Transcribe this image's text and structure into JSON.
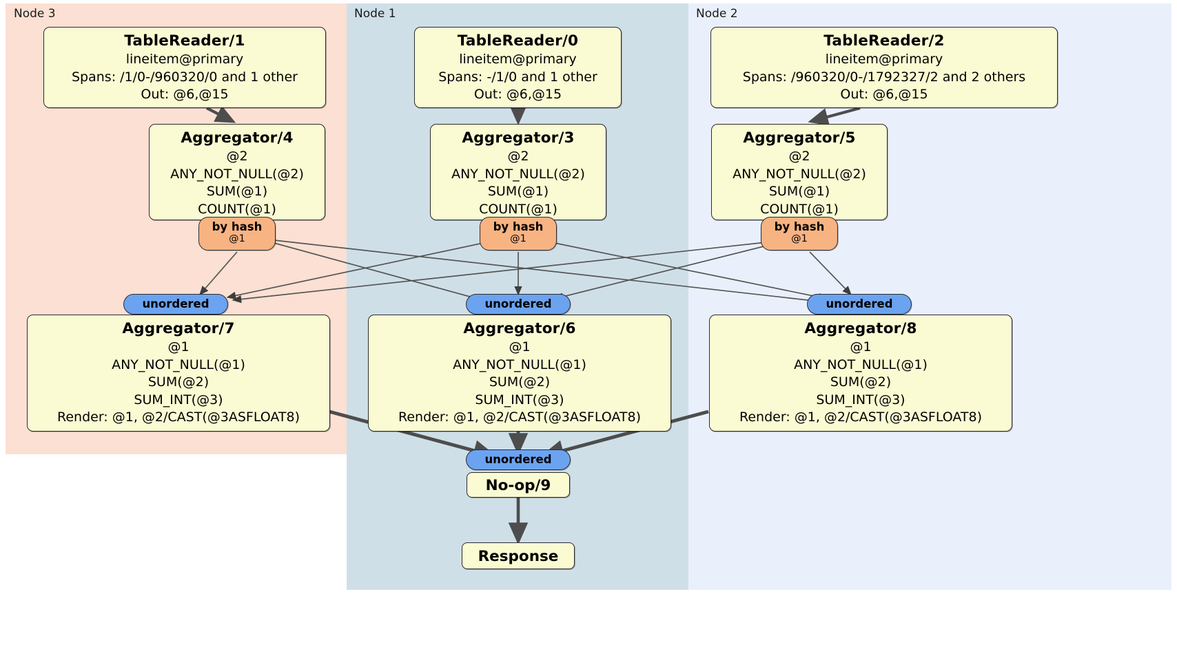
{
  "diagram": {
    "type": "distributed-query-plan",
    "colors": {
      "node3_bg": "#fbe0d3",
      "node1_bg": "#cfdfe8",
      "node2_bg": "#eaf0fb",
      "processor_fill": "#fbfbd3",
      "processor_stroke": "#2b2b2b",
      "hash_router_fill": "#f8b383",
      "unordered_router_fill": "#6ba3f0",
      "edge_thin": "#555555",
      "edge_thick": "#4d4d4d"
    },
    "nodes": [
      {
        "id": "node3",
        "label": "Node 3"
      },
      {
        "id": "node1",
        "label": "Node 1"
      },
      {
        "id": "node2",
        "label": "Node 2"
      }
    ],
    "processors": [
      {
        "id": "tr1",
        "node": "node3",
        "title": "TableReader/1",
        "lines": [
          "lineitem@primary",
          "Spans: /1/0-/960320/0 and 1 other",
          "Out: @6,@15"
        ]
      },
      {
        "id": "tr0",
        "node": "node1",
        "title": "TableReader/0",
        "lines": [
          "lineitem@primary",
          "Spans: -/1/0 and 1 other",
          "Out: @6,@15"
        ]
      },
      {
        "id": "tr2",
        "node": "node2",
        "title": "TableReader/2",
        "lines": [
          "lineitem@primary",
          "Spans: /960320/0-/1792327/2 and 2 others",
          "Out: @6,@15"
        ]
      },
      {
        "id": "agg4",
        "node": "node3",
        "title": "Aggregator/4",
        "lines": [
          "@2",
          "ANY_NOT_NULL(@2)",
          "SUM(@1)",
          "COUNT(@1)"
        ]
      },
      {
        "id": "agg3",
        "node": "node1",
        "title": "Aggregator/3",
        "lines": [
          "@2",
          "ANY_NOT_NULL(@2)",
          "SUM(@1)",
          "COUNT(@1)"
        ]
      },
      {
        "id": "agg5",
        "node": "node2",
        "title": "Aggregator/5",
        "lines": [
          "@2",
          "ANY_NOT_NULL(@2)",
          "SUM(@1)",
          "COUNT(@1)"
        ]
      },
      {
        "id": "agg7",
        "node": "node3",
        "title": "Aggregator/7",
        "lines": [
          "@1",
          "ANY_NOT_NULL(@1)",
          "SUM(@2)",
          "SUM_INT(@3)",
          "Render: @1, @2/CAST(@3ASFLOAT8)"
        ]
      },
      {
        "id": "agg6",
        "node": "node1",
        "title": "Aggregator/6",
        "lines": [
          "@1",
          "ANY_NOT_NULL(@1)",
          "SUM(@2)",
          "SUM_INT(@3)",
          "Render: @1, @2/CAST(@3ASFLOAT8)"
        ]
      },
      {
        "id": "agg8",
        "node": "node2",
        "title": "Aggregator/8",
        "lines": [
          "@1",
          "ANY_NOT_NULL(@1)",
          "SUM(@2)",
          "SUM_INT(@3)",
          "Render: @1, @2/CAST(@3ASFLOAT8)"
        ]
      },
      {
        "id": "noop9",
        "node": "node1",
        "title": "No-op/9",
        "lines": []
      },
      {
        "id": "response",
        "node": "node1",
        "title": "Response",
        "lines": []
      }
    ],
    "routers": [
      {
        "id": "hash4",
        "node": "node3",
        "kind": "by hash",
        "label": "by hash",
        "sub": "@1"
      },
      {
        "id": "hash3",
        "node": "node1",
        "kind": "by hash",
        "label": "by hash",
        "sub": "@1"
      },
      {
        "id": "hash5",
        "node": "node2",
        "kind": "by hash",
        "label": "by hash",
        "sub": "@1"
      },
      {
        "id": "unord7",
        "node": "node3",
        "kind": "unordered",
        "label": "unordered",
        "sub": ""
      },
      {
        "id": "unord6",
        "node": "node1",
        "kind": "unordered",
        "label": "unordered",
        "sub": ""
      },
      {
        "id": "unord8",
        "node": "node2",
        "kind": "unordered",
        "label": "unordered",
        "sub": ""
      },
      {
        "id": "unordFinal",
        "node": "node1",
        "kind": "unordered",
        "label": "unordered",
        "sub": ""
      }
    ]
  }
}
